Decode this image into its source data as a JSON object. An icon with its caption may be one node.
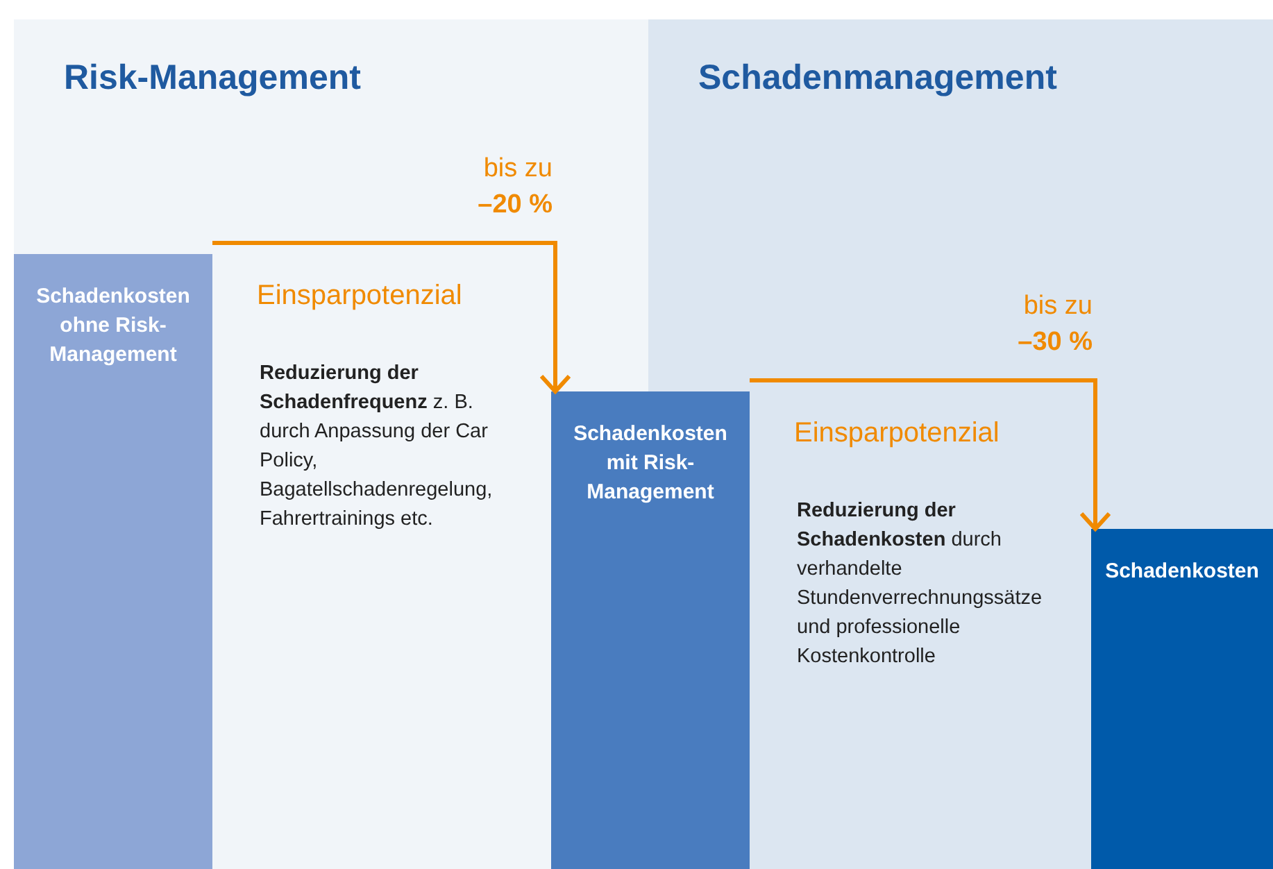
{
  "diagram": {
    "nodes": [
      {
        "text": [
          "Risk-Management"
        ]
      },
      {
        "text": [
          "Schadenmanagement"
        ]
      },
      {
        "text": [
          "Schadenkosten ohne Risk-Management"
        ],
        "in": 0
      },
      {
        "text": [
          "Schadenkosten mit Risk-Management"
        ]
      },
      {
        "text": [
          "Schadenkosten"
        ],
        "in": 1
      }
    ],
    "edges": [
      {
        "from": 2,
        "to": 3,
        "arrow": "to",
        "label": "bis zu **–20 %**",
        "color": "#f08a00"
      },
      {
        "from": 3,
        "to": 4,
        "arrow": "to",
        "label": "bis zu **–30 %**",
        "color": "#f08a00"
      }
    ],
    "labels": [
      "Einsparpotenzial",
      "**Reduzierung der Schadenfrequenz** z. B. durch Anpassung der Car Policy, Bagatellschadenregelung, Fahrertrainings etc.",
      "Einsparpotenzial",
      "**Reduzierung der Schadenkosten** durch verhandelte Stundenverrechnungssätze und professionelle Kostenkontrolle"
    ]
  }
}
